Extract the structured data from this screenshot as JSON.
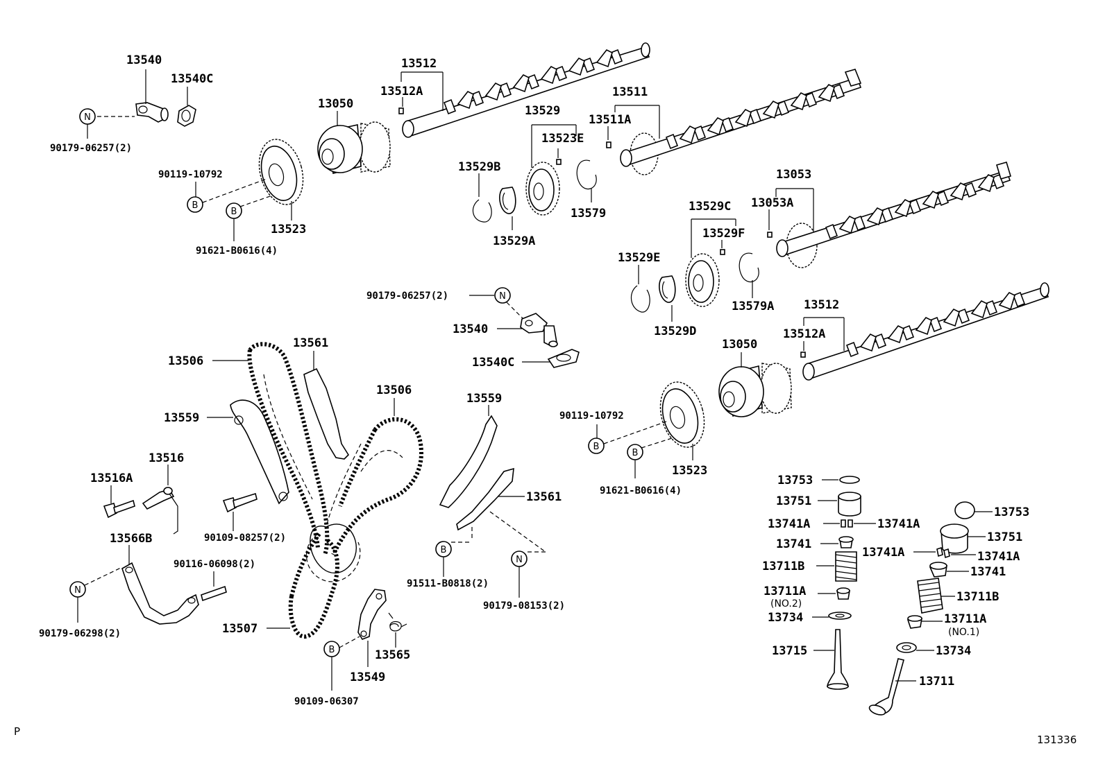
{
  "labels": {
    "p13540_top": "13540",
    "p13540c_top": "13540C",
    "p90179_06257_tl": "90179-06257(2)",
    "p13512_top": "13512",
    "p13512a_top": "13512A",
    "p13050_top": "13050",
    "p13511": "13511",
    "p13511a": "13511A",
    "p13529": "13529",
    "p13523e": "13523E",
    "p13529b": "13529B",
    "p13579": "13579",
    "p13529a": "13529A",
    "p90119_10792_l": "90119-10792",
    "p13523_l": "13523",
    "p91621_b0616_l": "91621-B0616(4)",
    "p13053": "13053",
    "p13053a": "13053A",
    "p13529c": "13529C",
    "p13529f": "13529F",
    "p13529e": "13529E",
    "p13579a": "13579A",
    "p13529d": "13529D",
    "p13512_r": "13512",
    "p13512a_r": "13512A",
    "p13050_r": "13050",
    "p90179_06257_m": "90179-06257(2)",
    "p13540_m": "13540",
    "p13540c_m": "13540C",
    "p13506_l": "13506",
    "p13561_top": "13561",
    "p13506_m": "13506",
    "p13559_l": "13559",
    "p13559_m": "13559",
    "p13516": "13516",
    "p13516a": "13516A",
    "p90109_08257": "90109-08257(2)",
    "p13566b": "13566B",
    "p90116_06098": "90116-06098(2)",
    "p90179_06298": "90179-06298(2)",
    "p13507": "13507",
    "p13561_m": "13561",
    "p91511_b0818": "91511-B0818(2)",
    "p90179_08153": "90179-08153(2)",
    "p13565": "13565",
    "p13549": "13549",
    "p90109_06307": "90109-06307",
    "p90119_10792_r": "90119-10792",
    "p13523_r": "13523",
    "p91621_b0616_r": "91621-B0616(4)",
    "p13753_l": "13753",
    "p13751_l": "13751",
    "p13741a_l1": "13741A",
    "p13741a_l2": "13741A",
    "p13741_l": "13741",
    "p13711b_l": "13711B",
    "p13711a_l": "13711A",
    "no2": "(NO.2)",
    "p13734_l": "13734",
    "p13715": "13715",
    "p13753_r": "13753",
    "p13751_r": "13751",
    "p13741a_r1": "13741A",
    "p13741a_r2": "13741A",
    "p13741_r": "13741",
    "p13711b_r": "13711B",
    "p13711a_r": "13711A",
    "no1": "(NO.1)",
    "p13734_r": "13734",
    "p13711": "13711"
  },
  "markers": {
    "n": "N",
    "b": "B"
  },
  "footer": {
    "left_mark": "P",
    "diagram_id": "131336"
  }
}
